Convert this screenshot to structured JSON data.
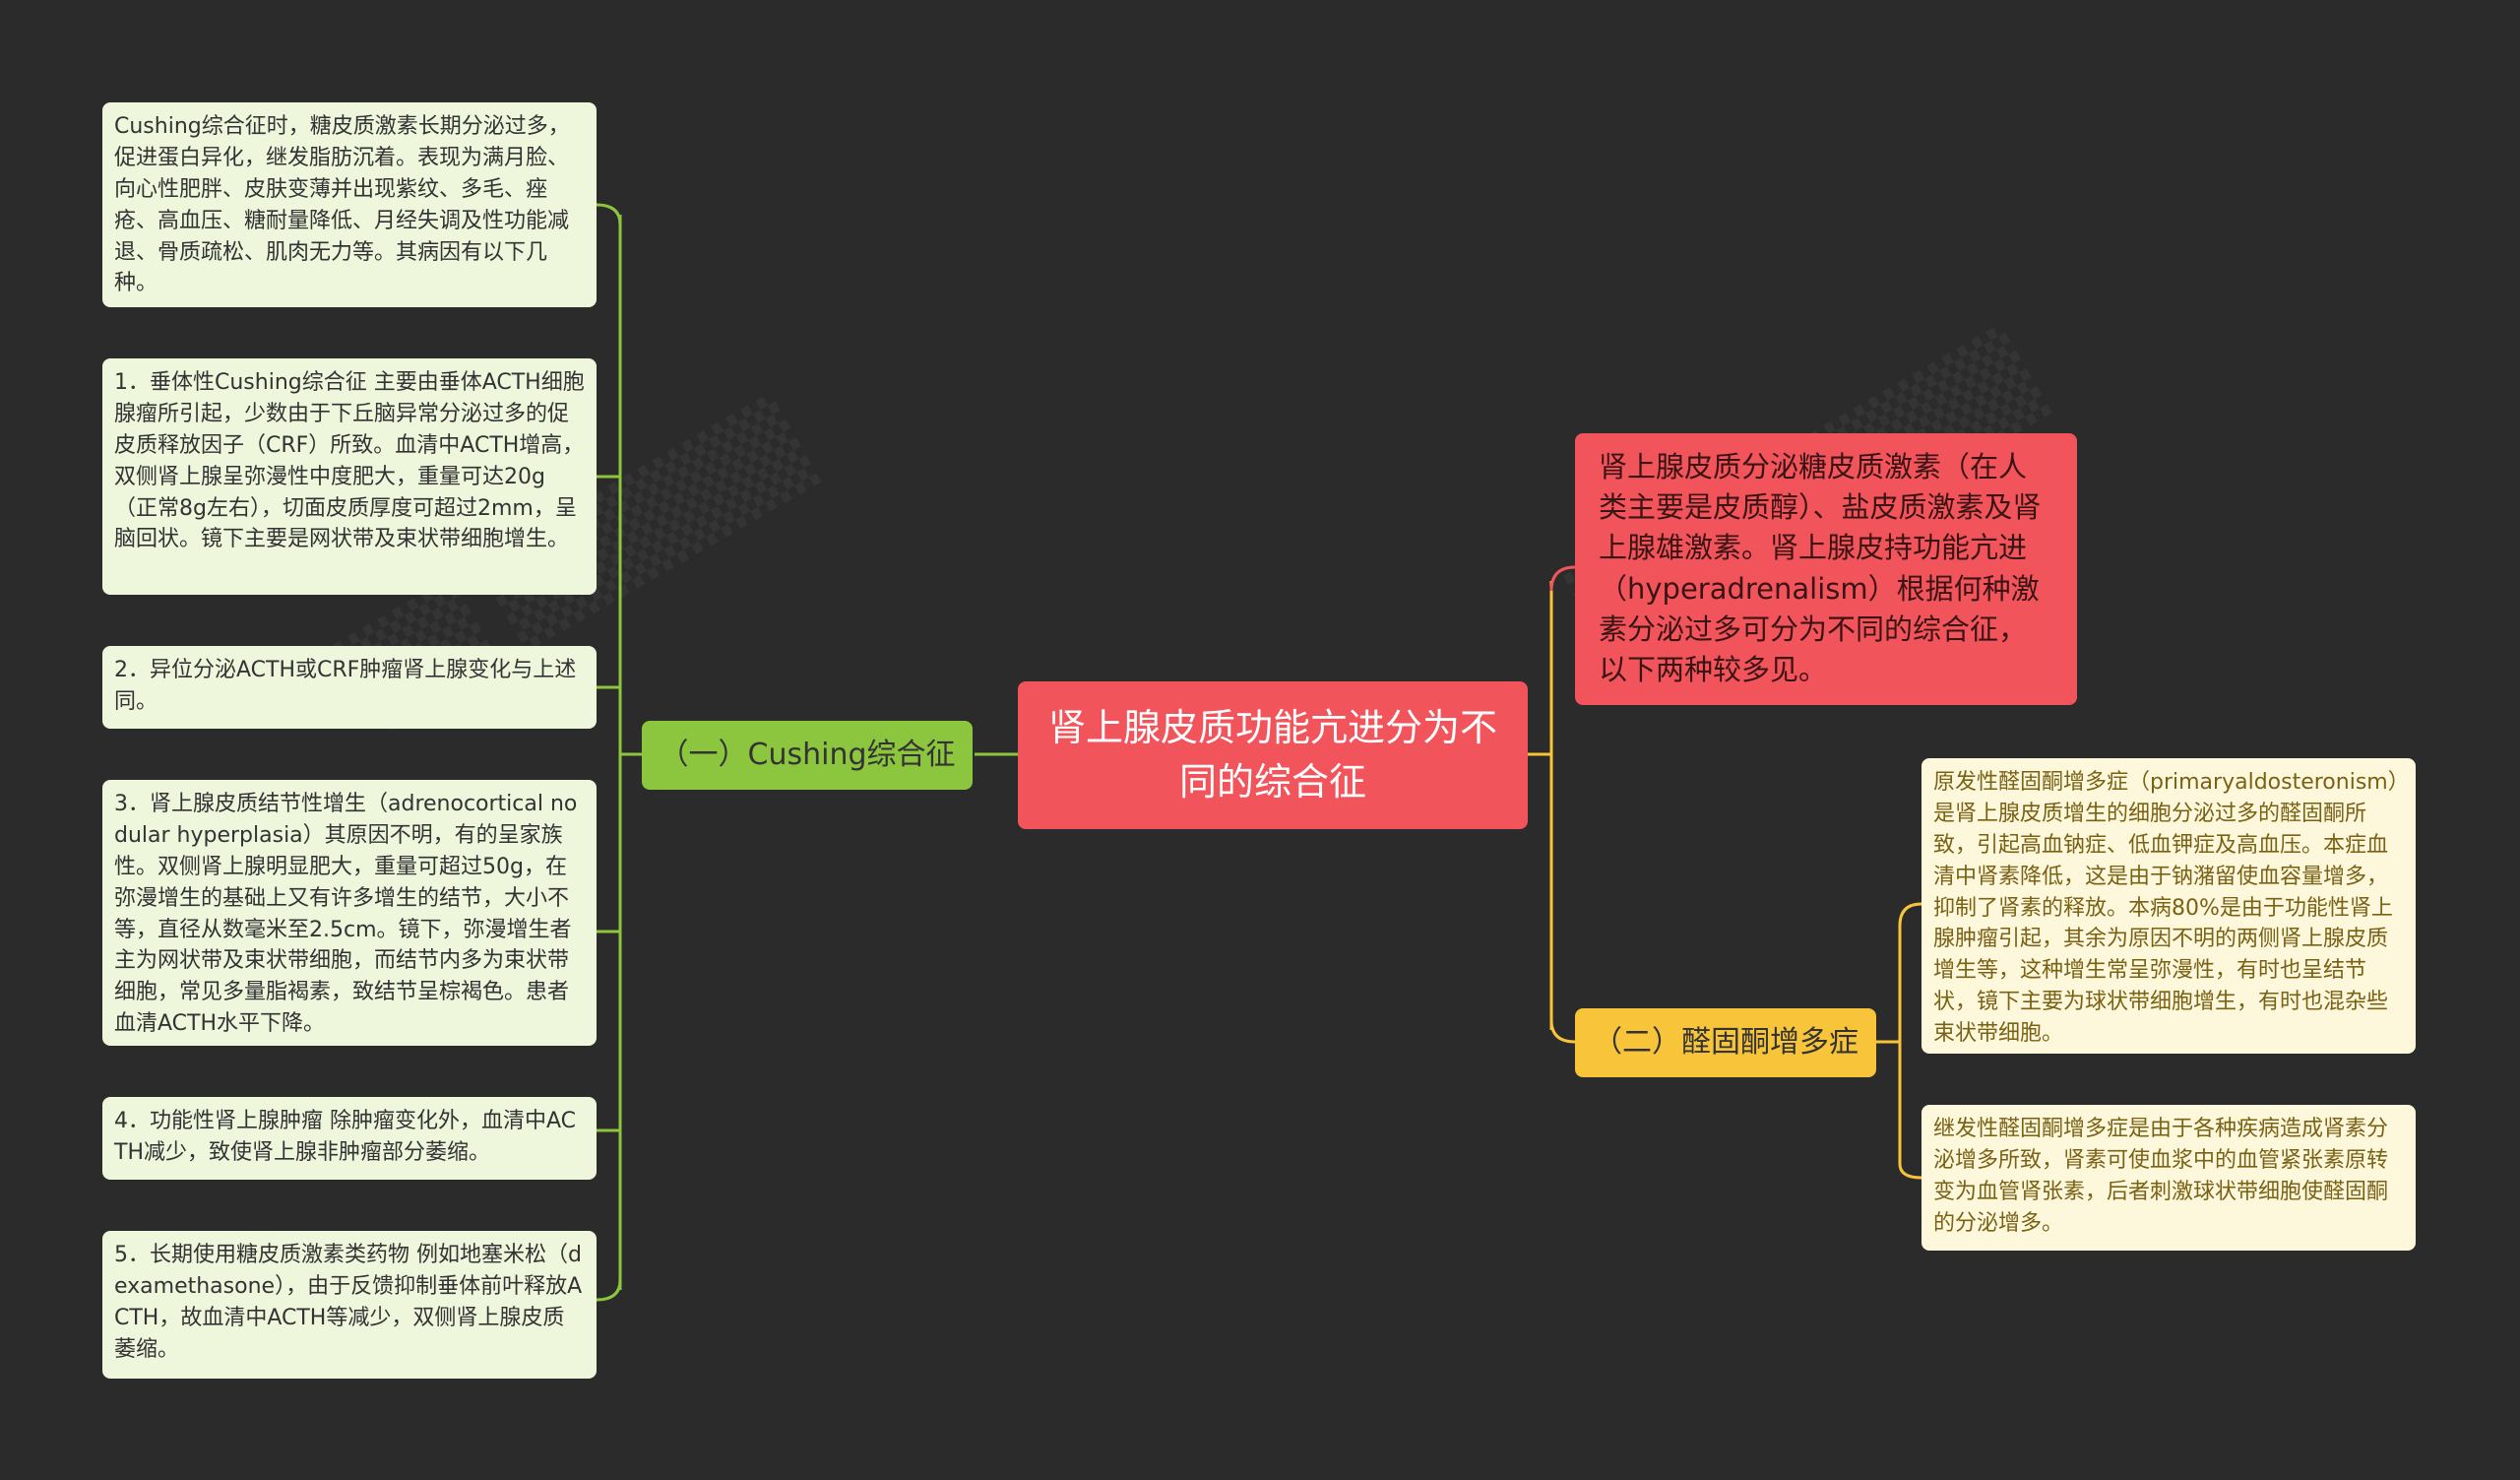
{
  "central": {
    "title": "肾上腺皮质功能亢进分为不同的综合征"
  },
  "intro_note": {
    "text": "肾上腺皮质分泌糖皮质激素（在人类主要是皮质醇）、盐皮质激素及肾上腺雄激素。肾上腺皮持功能亢进（hyperadrenalism）根据何种激素分泌过多可分为不同的综合征，以下两种较多见。"
  },
  "branch_cushing": {
    "label": "（一）Cushing综合征",
    "items": [
      "Cushing综合征时，糖皮质激素长期分泌过多，促进蛋白异化，继发脂肪沉着。表现为满月脸、向心性肥胖、皮肤变薄并出现紫纹、多毛、痤疮、高血压、糖耐量降低、月经失调及性功能减退、骨质疏松、肌肉无力等。其病因有以下几种。",
      "1．垂体性Cushing综合征 主要由垂体ACTH细胞腺瘤所引起，少数由于下丘脑异常分泌过多的促皮质释放因子（CRF）所致。血清中ACTH增高，双侧肾上腺呈弥漫性中度肥大，重量可达20g（正常8g左右），切面皮质厚度可超过2mm，呈脑回状。镜下主要是网状带及束状带细胞增生。",
      "2．异位分泌ACTH或CRF肿瘤肾上腺变化与上述同。",
      "3．肾上腺皮质结节性增生（adrenocortical nodular hyperplasia）其原因不明，有的呈家族性。双侧肾上腺明显肥大，重量可超过50g，在弥漫增生的基础上又有许多增生的结节，大小不等，直径从数毫米至2.5cm。镜下，弥漫增生者主为网状带及束状带细胞，而结节内多为束状带细胞，常见多量脂褐素，致结节呈棕褐色。患者血清ACTH水平下降。",
      "4．功能性肾上腺肿瘤 除肿瘤变化外，血清中ACTH减少，致使肾上腺非肿瘤部分萎缩。",
      "5．长期使用糖皮质激素类药物 例如地塞米松（dexamethasone），由于反馈抑制垂体前叶释放ACTH，故血清中ACTH等减少，双侧肾上腺皮质萎缩。"
    ]
  },
  "branch_aldosterone": {
    "label": "（二）醛固酮增多症",
    "items": [
      "原发性醛固酮增多症（primaryaldosteronism）是肾上腺皮质增生的细胞分泌过多的醛固酮所致，引起高血钠症、低血钾症及高血压。本症血清中肾素降低，这是由于钠潴留使血容量增多，抑制了肾素的释放。本病80%是由于功能性肾上腺肿瘤引起，其余为原因不明的两侧肾上腺皮质增生等，这种增生常呈弥漫性，有时也呈结节状，镜下主要为球状带细胞增生，有时也混杂些束状带细胞。",
      "继发性醛固酮增多症是由于各种疾病造成肾素分泌增多所致，肾素可使血浆中的血管紧张素原转变为血管肾张素，后者刺激球状带细胞使醛固酮的分泌增多。"
    ]
  },
  "colors": {
    "background": "#2b2b2b",
    "central": "#f2545b",
    "green_branch": "#8cc63f",
    "green_leaf": "#eef6dc",
    "yellow_branch": "#f7c43a",
    "yellow_leaf": "#fdf7dc"
  }
}
